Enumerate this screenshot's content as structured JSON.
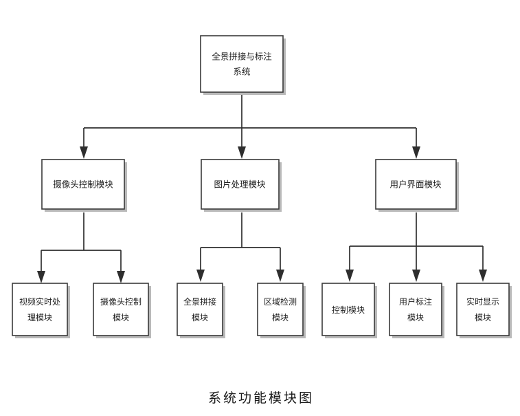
{
  "diagram": {
    "caption": "系统功能模块图",
    "colors": {
      "background": "#ffffff",
      "box_fill": "#ffffff",
      "box_stroke": "#3a3a3a",
      "shadow": "#b9b9b9",
      "edge": "#2e2e2e",
      "text": "#1d1d1d"
    },
    "levels": {
      "root": {
        "label_line1": "全景拼接与标注",
        "label_line2": "系统",
        "label_full": "全景拼接与标注系统"
      },
      "level2": [
        {
          "id": "camera-control-module",
          "label": "摄像头控制模块"
        },
        {
          "id": "image-processing-module",
          "label": "图片处理模块"
        },
        {
          "id": "user-interface-module",
          "label": "用户界面模块"
        }
      ],
      "level3": [
        {
          "id": "video-realtime-processing-module",
          "label_line1": "视频实时处",
          "label_line2": "理模块",
          "label_full": "视频实时处理模块",
          "parent": "camera-control-module"
        },
        {
          "id": "camera-control-leaf-module",
          "label_line1": "摄像头控制",
          "label_line2": "模块",
          "label_full": "摄像头控制模块",
          "parent": "camera-control-module"
        },
        {
          "id": "panorama-stitching-module",
          "label_line1": "全景拼接",
          "label_line2": "模块",
          "label_full": "全景拼接模块",
          "parent": "image-processing-module"
        },
        {
          "id": "region-detection-module",
          "label_line1": "区域检测",
          "label_line2": "模块",
          "label_full": "区域检测模块",
          "parent": "image-processing-module"
        },
        {
          "id": "control-module",
          "label_line1": "控制模块",
          "label_line2": "",
          "label_full": "控制模块",
          "parent": "user-interface-module"
        },
        {
          "id": "user-annotation-module",
          "label_line1": "用户标注",
          "label_line2": "模块",
          "label_full": "用户标注模块",
          "parent": "user-interface-module"
        },
        {
          "id": "realtime-display-module",
          "label_line1": "实时显示",
          "label_line2": "模块",
          "label_full": "实时显示模块",
          "parent": "user-interface-module"
        }
      ]
    }
  }
}
